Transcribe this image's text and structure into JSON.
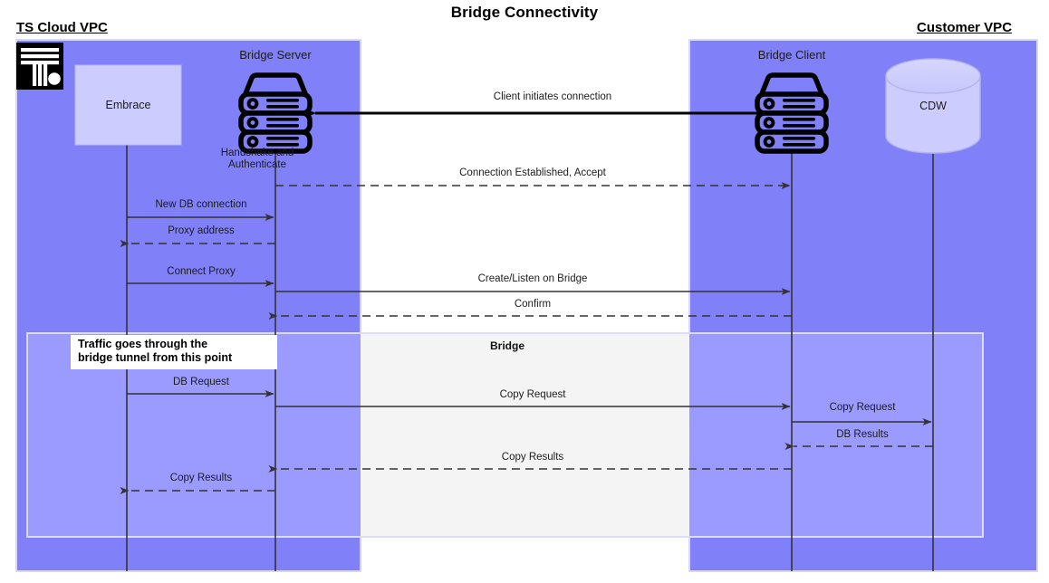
{
  "title": "Bridge Connectivity",
  "colors": {
    "vpc_fill": "#8080f8",
    "bridge_band_fill": "#f4f4f4",
    "bridge_band_inner_fill": "#9a9aff",
    "embrace_fill": "#ccccff",
    "cdw_fill": "#ccccff",
    "stroke": "#333333",
    "logo_bg": "#000000"
  },
  "zones": [
    {
      "id": "ts-cloud-vpc",
      "label": "TS Cloud VPC"
    },
    {
      "id": "customer-vpc",
      "label": "Customer VPC"
    }
  ],
  "logo": {
    "name": "ts-logo",
    "alt": "TS logo"
  },
  "nodes": [
    {
      "id": "embrace",
      "label": "Embrace",
      "type": "box"
    },
    {
      "id": "bridge-server",
      "label": "Bridge Server",
      "type": "server-stack"
    },
    {
      "id": "bridge-client",
      "label": "Bridge Client",
      "type": "server-stack"
    },
    {
      "id": "cdw",
      "label": "CDW",
      "type": "cylinder"
    }
  ],
  "bridge_region": {
    "label": "Bridge"
  },
  "note": {
    "text": "Traffic goes through the\nbridge tunnel from this point"
  },
  "messages": [
    {
      "id": "client-initiates-connection",
      "label": "Client initiates connection",
      "style": "solid",
      "direction": "left"
    },
    {
      "id": "handshake-authenticate",
      "label": "Handshake and\nAuthenticate",
      "style": "annotation",
      "direction": "none"
    },
    {
      "id": "connection-established-accept",
      "label": "Connection Established, Accept",
      "style": "dashed",
      "direction": "right"
    },
    {
      "id": "new-db-connection",
      "label": "New DB connection",
      "style": "solid",
      "direction": "right"
    },
    {
      "id": "proxy-address",
      "label": "Proxy address",
      "style": "dashed",
      "direction": "left"
    },
    {
      "id": "connect-proxy",
      "label": "Connect Proxy",
      "style": "solid",
      "direction": "right"
    },
    {
      "id": "create-listen-on-bridge",
      "label": "Create/Listen on Bridge",
      "style": "solid",
      "direction": "right"
    },
    {
      "id": "confirm",
      "label": "Confirm",
      "style": "dashed",
      "direction": "left"
    },
    {
      "id": "db-request",
      "label": "DB Request",
      "style": "solid",
      "direction": "right"
    },
    {
      "id": "copy-request-bridge",
      "label": "Copy Request",
      "style": "solid",
      "direction": "right"
    },
    {
      "id": "copy-request-client",
      "label": "Copy Request",
      "style": "solid",
      "direction": "right"
    },
    {
      "id": "db-results",
      "label": "DB Results",
      "style": "dashed",
      "direction": "left"
    },
    {
      "id": "copy-results-bridge",
      "label": "Copy Results",
      "style": "dashed",
      "direction": "left"
    },
    {
      "id": "copy-results-embrace",
      "label": "Copy Results",
      "style": "dashed",
      "direction": "left"
    }
  ]
}
